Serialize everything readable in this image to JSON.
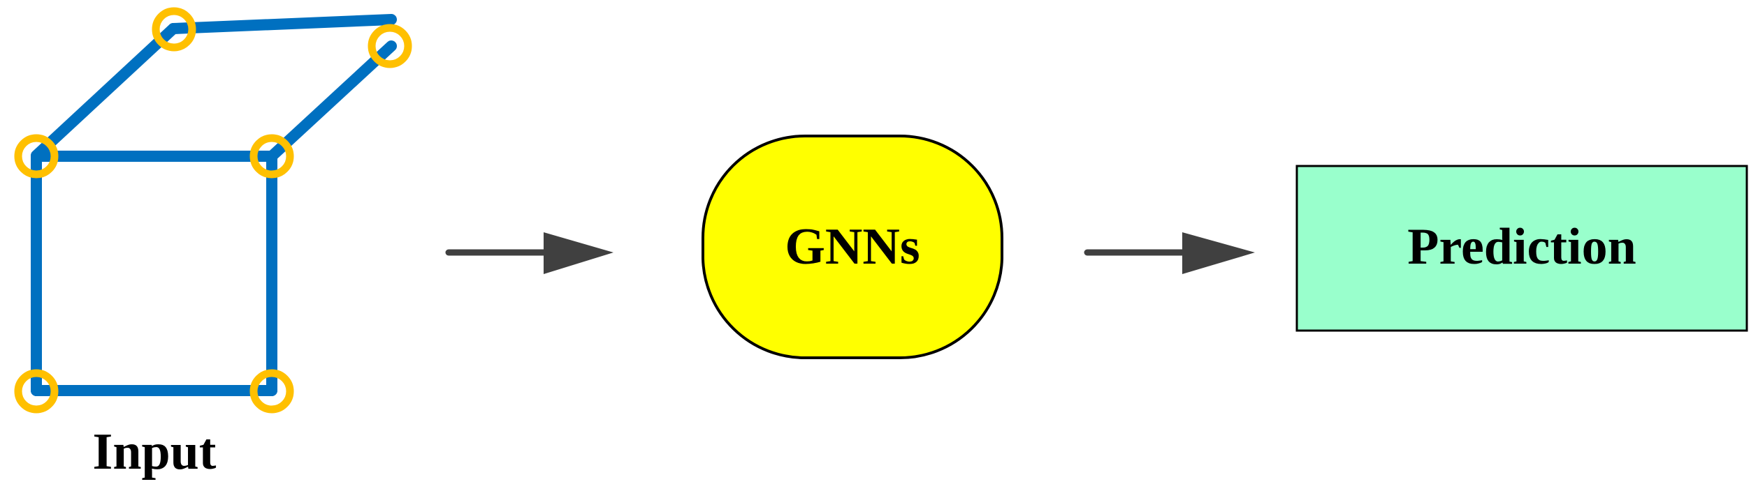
{
  "labels": {
    "input": "Input",
    "gnn": "GNNs",
    "prediction": "Prediction"
  },
  "colors": {
    "graph_edge": "#0070C0",
    "graph_node": "#FFC000",
    "arrow": "#404040",
    "gnn_fill": "#FFFF00",
    "prediction_fill": "#99FFCC",
    "outline": "#000000"
  }
}
